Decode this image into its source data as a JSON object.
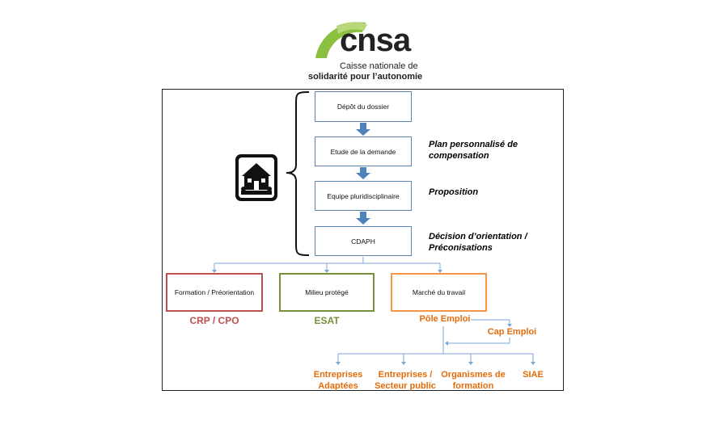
{
  "logo": {
    "wordmark": "cnsa",
    "line1": "Caisse nationale de",
    "line2": "solidarité pour l’autonomie"
  },
  "process": {
    "steps": [
      {
        "label": "Dépôt du dossier"
      },
      {
        "label": "Etude de la demande"
      },
      {
        "label": "Equipe pluridisciplinaire"
      },
      {
        "label": "CDAPH"
      }
    ],
    "annotations": {
      "plan": "Plan personnalisé de compensation",
      "proposition": "Proposition",
      "decision": "Décision d’orientation / Préconisations"
    },
    "house_icon": "house-icon"
  },
  "orientations": [
    {
      "label": "Formation / Préorientation",
      "outcome": "CRP / CPO",
      "color": "#c0504d"
    },
    {
      "label": "Milieu protégé",
      "outcome": "ESAT",
      "color": "#76923c"
    },
    {
      "label": "Marché du travail",
      "outcome": "Pôle Emploi",
      "color": "#e46c0a"
    }
  ],
  "cap_emploi": "Cap Emploi",
  "destinations": [
    {
      "label": "Entreprises Adaptées"
    },
    {
      "label": "Entreprises / Secteur public"
    },
    {
      "label": "Organismes de formation"
    },
    {
      "label": "SIAE"
    }
  ],
  "colors": {
    "process_border": "#5b84b1",
    "arrow_fill": "#4f81bd",
    "connector": "#7ba7d7",
    "orange": "#e46c0a"
  }
}
